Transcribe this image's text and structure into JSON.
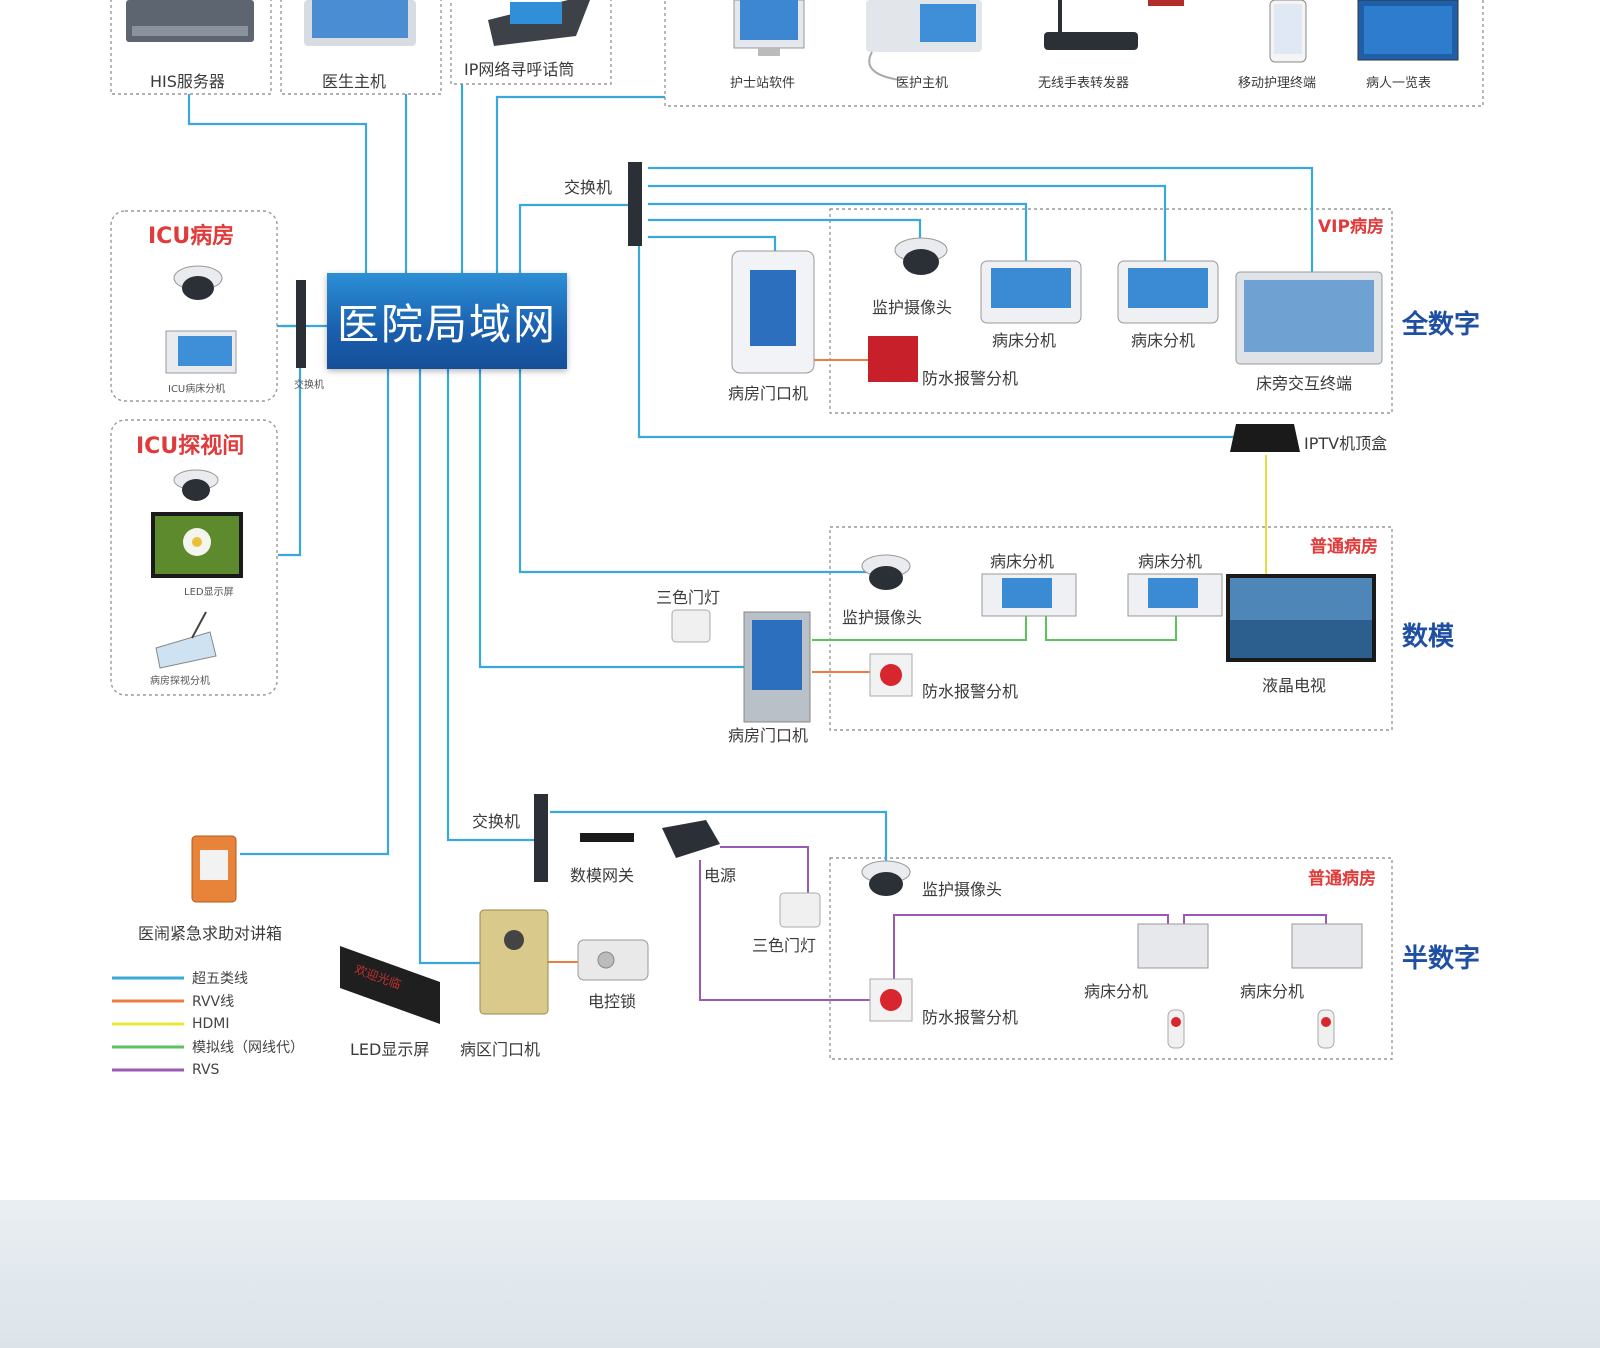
{
  "hub": {
    "title": "医院局域网"
  },
  "top_devices": {
    "his": "HIS服务器",
    "doctor_host": "医生主机",
    "ip_handset": "IP网络寻呼话筒",
    "nurse_software": "护士站软件",
    "medical_host": "医护主机",
    "wireless_relay": "无线手表转发器",
    "mobile_terminal": "移动护理终端",
    "patient_list": "病人一览表"
  },
  "icu": {
    "ward_title": "ICU病房",
    "bed_unit": "ICU病床分机",
    "switch": "交换机",
    "visit_title": "ICU探视间",
    "led_screen": "LED显示屏",
    "visit_unit": "病房探视分机"
  },
  "vip": {
    "switch": "交换机",
    "zone": "VIP病房",
    "camera": "监护摄像头",
    "bed_unit_1": "病床分机",
    "bed_unit_2": "病床分机",
    "bedside": "床旁交互终端",
    "door": "病房门口机",
    "alarm": "防水报警分机",
    "iptv": "IPTV机顶盒",
    "side": "全数字"
  },
  "analog": {
    "zone": "普通病房",
    "camera": "监护摄像头",
    "bed_unit_1": "病床分机",
    "bed_unit_2": "病床分机",
    "tri_light": "三色门灯",
    "door": "病房门口机",
    "alarm": "防水报警分机",
    "tv": "液晶电视",
    "side": "数模"
  },
  "semi": {
    "switch": "交换机",
    "gateway": "数模网关",
    "power": "电源",
    "tri_light": "三色门灯",
    "zone": "普通病房",
    "camera": "监护摄像头",
    "alarm": "防水报警分机",
    "bed_unit_1": "病床分机",
    "bed_unit_2": "病床分机",
    "side": "半数字"
  },
  "misc": {
    "emergency": "医闹紧急求助对讲箱",
    "led": "LED显示屏",
    "ward_door": "病区门口机",
    "lock": "电控锁",
    "led_text": "欢迎光临"
  },
  "legend": [
    {
      "label": "超五类线",
      "color": "#3aa8d8"
    },
    {
      "label": "RVV线",
      "color": "#f07b3f"
    },
    {
      "label": "HDMI",
      "color": "#e8e83a"
    },
    {
      "label": "模拟线（网线代）",
      "color": "#5cc25c"
    },
    {
      "label": "RVS",
      "color": "#9a59b5"
    }
  ],
  "colors": {
    "cat5": "#3aa8d8",
    "rvv": "#f07b3f",
    "hdmi": "#e8e83a",
    "analog": "#5cc25c",
    "rvs": "#9a59b5",
    "zone_title": "#e03a3a",
    "side_title": "#1f4fa3"
  }
}
